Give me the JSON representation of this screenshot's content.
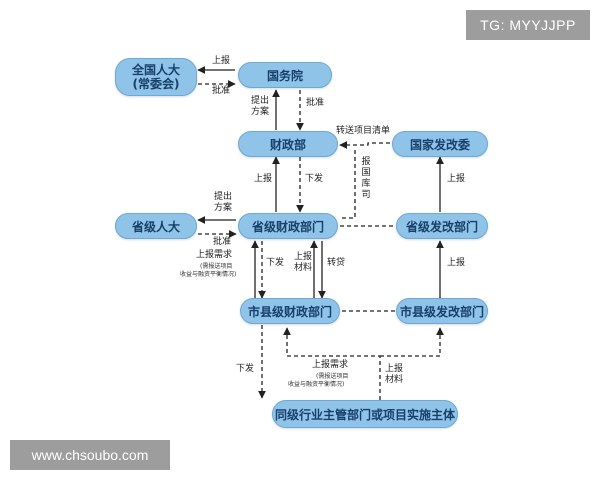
{
  "watermarks": {
    "telegram": "TG: MYYJJPP",
    "site": "www.chsoubo.com"
  },
  "nodes": {
    "npc_national": [
      "全国人大",
      "(常委会)"
    ],
    "state_council": "国务院",
    "mof": "财政部",
    "ndrc": "国家发改委",
    "provincial_congress": "省级人大",
    "provincial_finance": "省级财政部门",
    "provincial_ndrc": "省级发改部门",
    "city_finance": "市县级财政部门",
    "city_ndrc": "市县级发改部门",
    "project_entity": "同级行业主管部门或项目实施主体"
  },
  "labels": {
    "report_up": "上报",
    "approve": "批准",
    "propose": "提出方案",
    "issue_down": "下发",
    "transfer_list": "转送项目清单",
    "report_treasury": "报国库司",
    "report_demand": "上报需求",
    "report_demand_note": [
      "(需报送项目",
      "收益与融资平衡情况)"
    ],
    "report_materials": "上报材料",
    "on_lend": "转贷"
  },
  "colors": {
    "node_fill": "#8fc3e8",
    "node_border": "#6aa9d8",
    "node_text": "#173f6a",
    "arrow": "#222222"
  }
}
